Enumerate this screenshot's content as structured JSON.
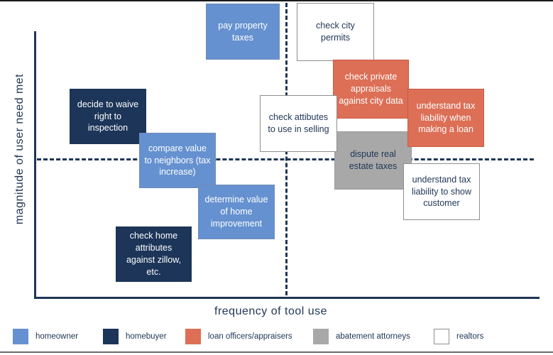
{
  "axes": {
    "y_label": "magnitude of user need met",
    "x_label": "frequency of tool use"
  },
  "legend": [
    {
      "key": "homeowner",
      "label": "homeowner",
      "color": "#6591d0"
    },
    {
      "key": "homebuyer",
      "label": "homebuyer",
      "color": "#1c3558"
    },
    {
      "key": "loan",
      "label": "loan officers/appraisers",
      "color": "#dc6f56"
    },
    {
      "key": "abatement",
      "label": "abatement attorneys",
      "color": "#a8a8a8"
    },
    {
      "key": "realtor",
      "label": "realtors",
      "color": "#ffffff"
    }
  ],
  "boxes": {
    "pay_taxes": "pay property taxes",
    "city_permits": "check city permits",
    "private_appraisals": "check private appraisals against city data",
    "decide_waive": "decide to waive right to inspection",
    "check_attributes_selling": "check attibutes to use in selling",
    "tax_liability_loan": "understand tax liability when making a loan",
    "compare_value": "compare value to neighbors (tax increase)",
    "dispute_taxes": "dispute real estate taxes",
    "tax_liability_customer": "understand tax liability to show customer",
    "determine_value": "determine value of home improvement",
    "check_zillow": "check home attributes against zillow, etc."
  }
}
